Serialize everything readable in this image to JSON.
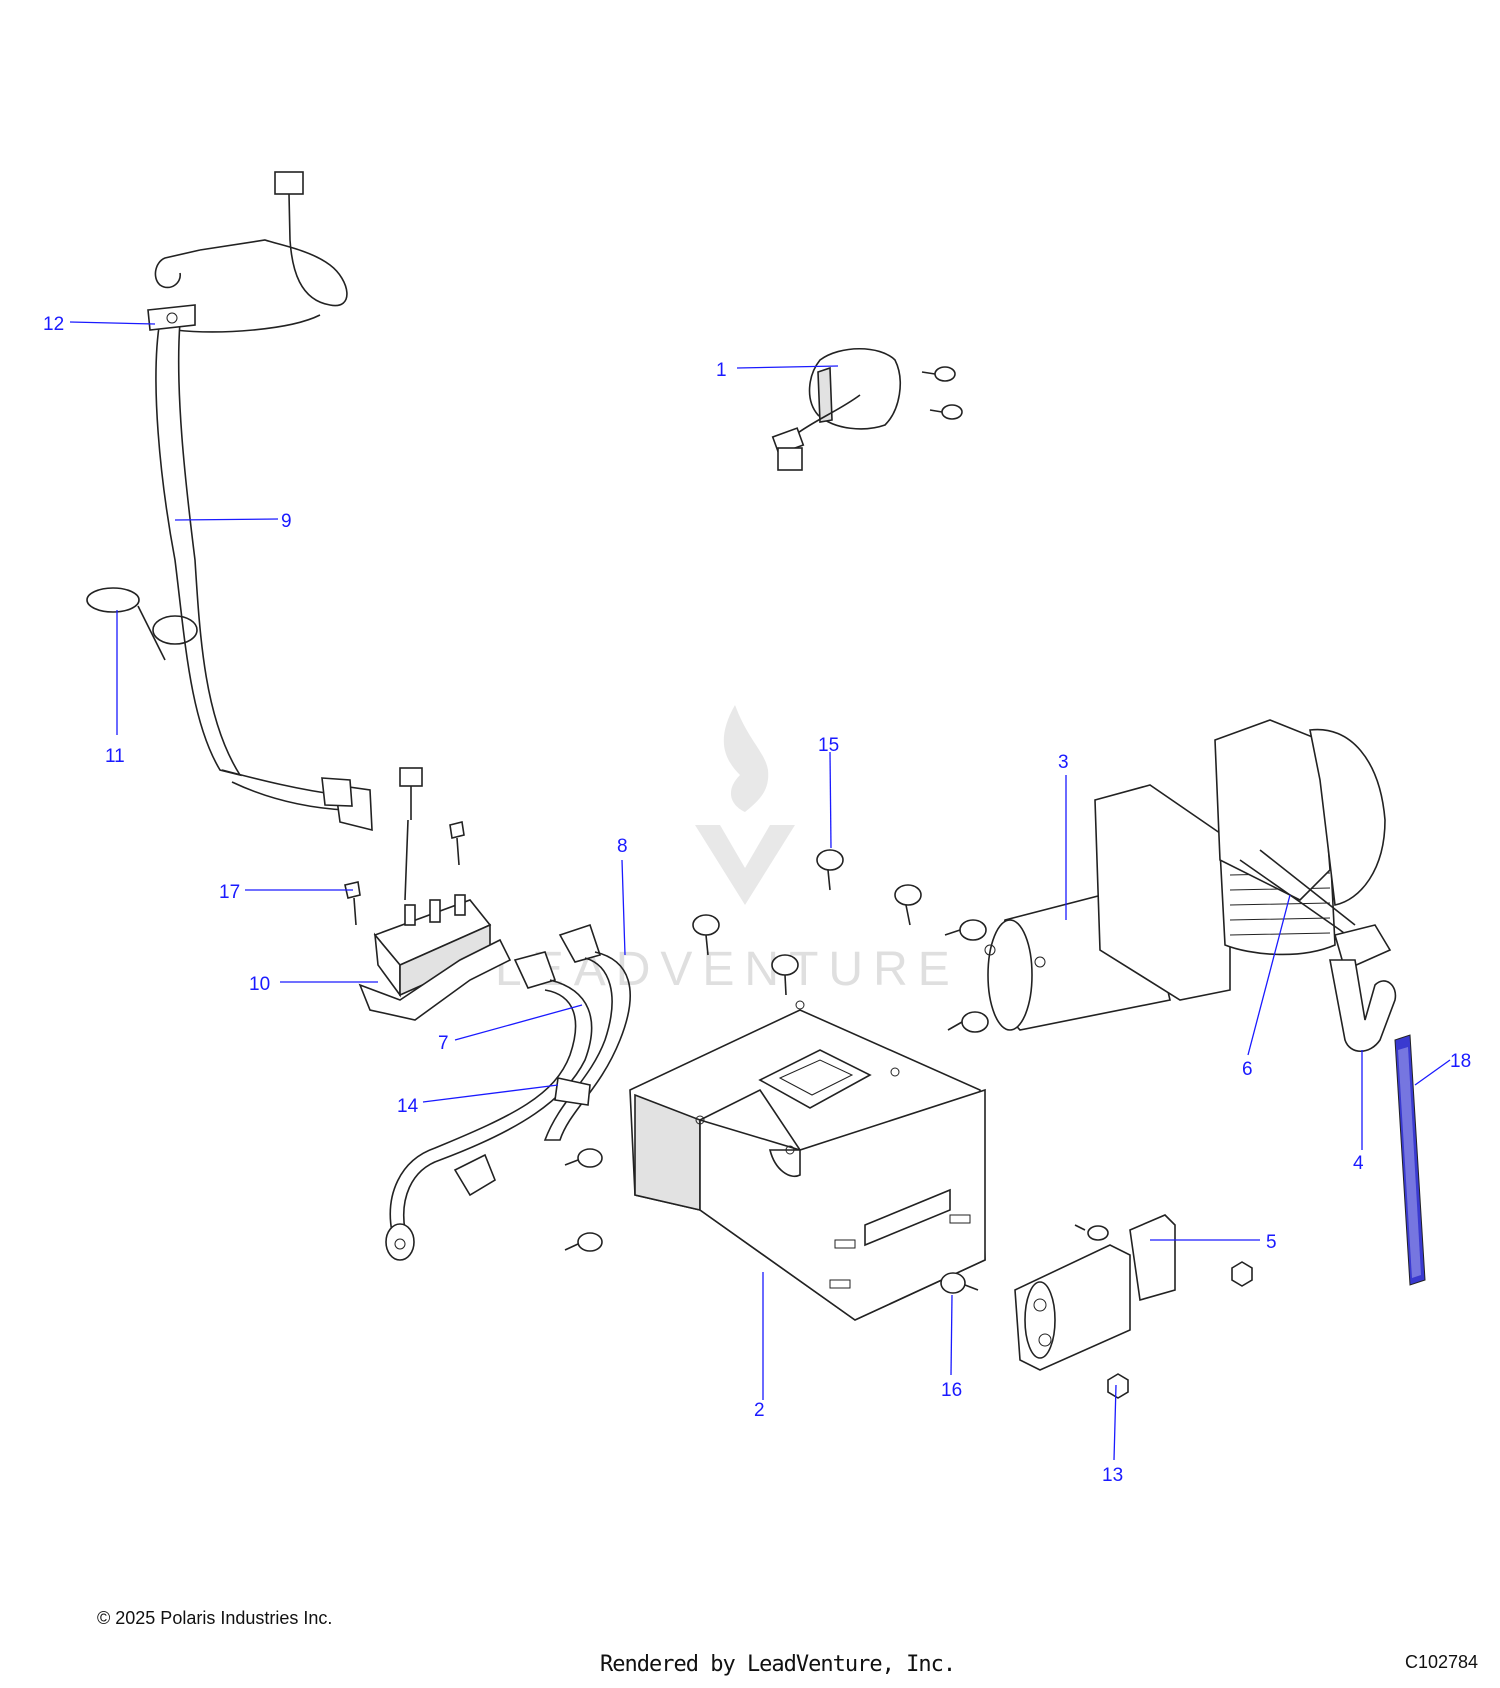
{
  "diagram": {
    "callouts": [
      "1",
      "2",
      "3",
      "4",
      "5",
      "6",
      "7",
      "8",
      "9",
      "10",
      "11",
      "12",
      "13",
      "14",
      "15",
      "16",
      "17",
      "18"
    ],
    "watermark_text": "LEADVENTURE",
    "label_color": "#1a1aff",
    "line_color": "#222222"
  },
  "footer": {
    "copyright": "© 2025 Polaris Industries Inc.",
    "rendered_by": "Rendered by LeadVenture, Inc.",
    "diagram_id": "C102784"
  }
}
